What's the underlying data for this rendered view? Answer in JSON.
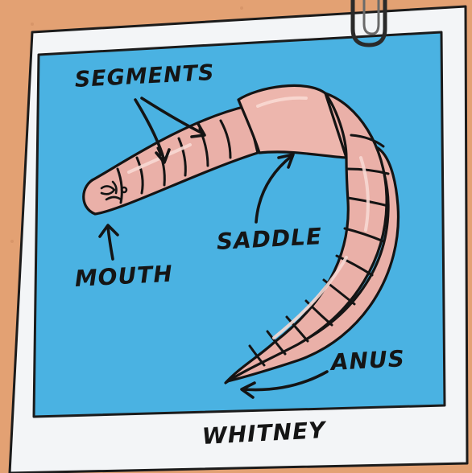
{
  "colors": {
    "board": "#e3a173",
    "photo_frame": "#f3f5f7",
    "photo_background": "#4ab2e2",
    "worm_body": "#eab0a8",
    "worm_saddle": "#edb6ad",
    "ink": "#151515"
  },
  "icons": [
    "paper-clip-icon"
  ],
  "labels": {
    "segments": "SEGMENTS",
    "saddle": "SADDLE",
    "mouth": "MOUTH",
    "anus": "ANUS"
  },
  "caption": "WHITNEY"
}
